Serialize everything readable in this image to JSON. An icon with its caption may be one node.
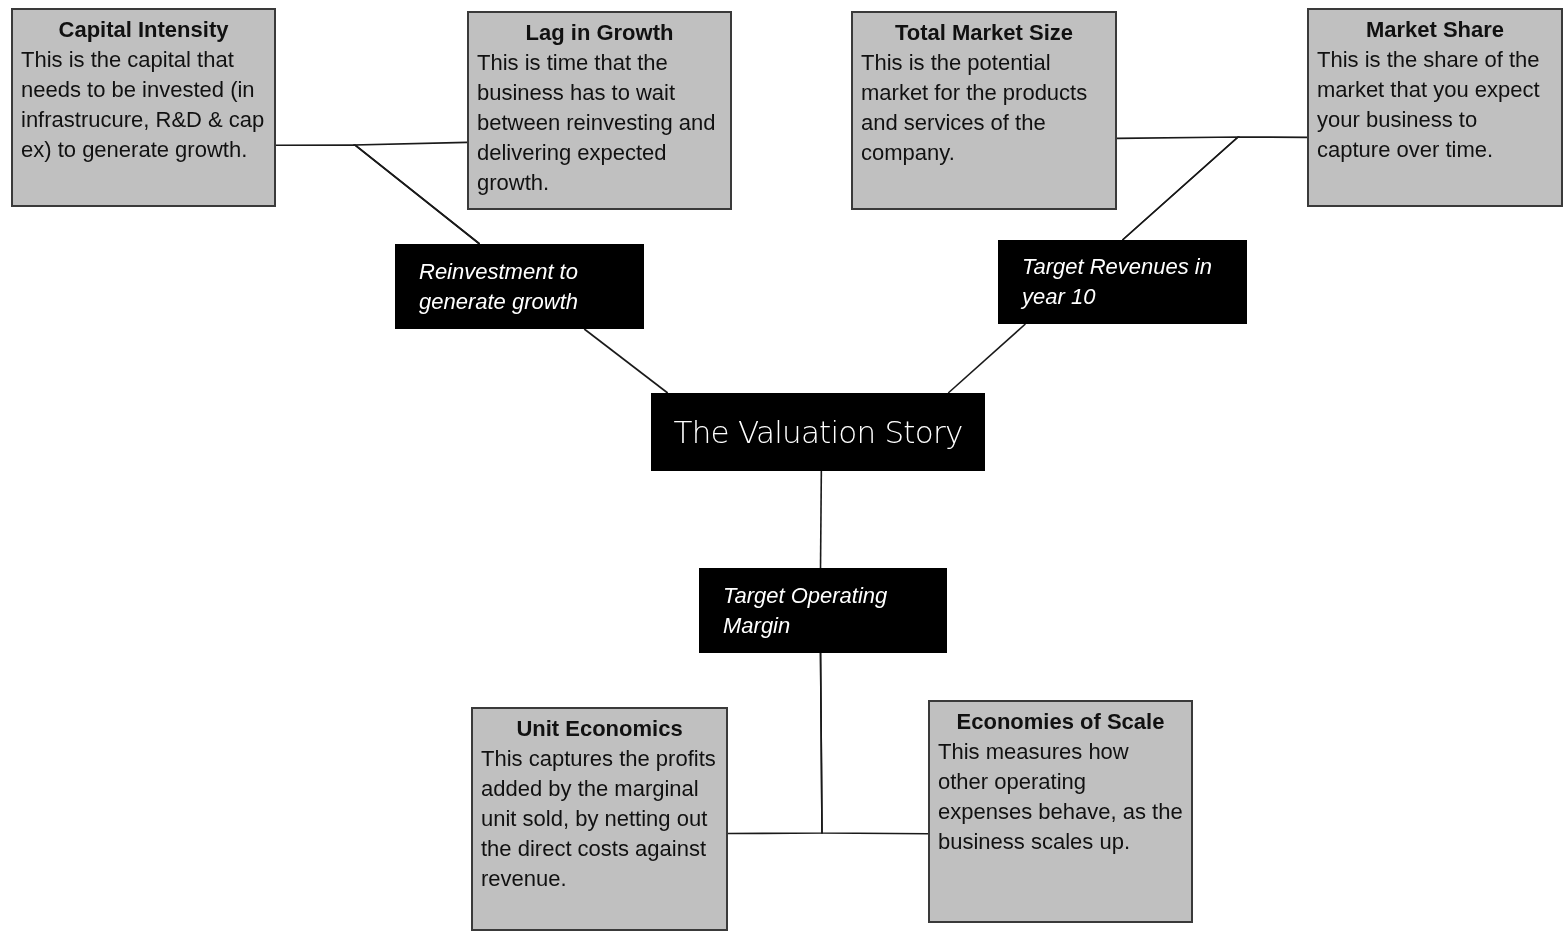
{
  "diagram": {
    "nodes": [
      {
        "text": [
          "Capital Intensity",
          "This is the capital that needs to be invested (in infrastrucure, R&D & cap ex) to generate growth."
        ]
      },
      {
        "text": [
          "Lag in Growth",
          "This is time that the business has to wait between reinvesting and delivering expected growth."
        ]
      },
      {
        "text": [
          "Total Market Size",
          "This is the potential market for the products and services of the company."
        ]
      },
      {
        "text": [
          "Market Share",
          "This is the share of the market that you expect your business to capture over time."
        ]
      },
      {
        "text": [
          "Reinvestment to generate growth"
        ]
      },
      {
        "text": [
          "Target Revenues in year 10"
        ]
      },
      {
        "text": [
          "The Valuation Story"
        ]
      },
      {
        "text": [
          "Target Operating Margin"
        ]
      },
      {
        "text": [
          "Unit Economics",
          "This captures the profits added by the marginal unit sold, by netting out the direct costs against revenue."
        ]
      },
      {
        "text": [
          "Economies of Scale",
          "This measures how other operating expenses behave, as the business scales up."
        ]
      }
    ],
    "edges": [
      {
        "from": 4,
        "to": 0,
        "arrow": "none"
      },
      {
        "from": 4,
        "to": 1,
        "arrow": "none"
      },
      {
        "from": 5,
        "to": 2,
        "arrow": "none"
      },
      {
        "from": 5,
        "to": 3,
        "arrow": "none"
      },
      {
        "from": 6,
        "to": 4,
        "arrow": "none"
      },
      {
        "from": 6,
        "to": 5,
        "arrow": "none"
      },
      {
        "from": 6,
        "to": 7,
        "arrow": "none"
      },
      {
        "from": 7,
        "to": 8,
        "arrow": "none"
      },
      {
        "from": 7,
        "to": 9,
        "arrow": "none"
      }
    ]
  }
}
